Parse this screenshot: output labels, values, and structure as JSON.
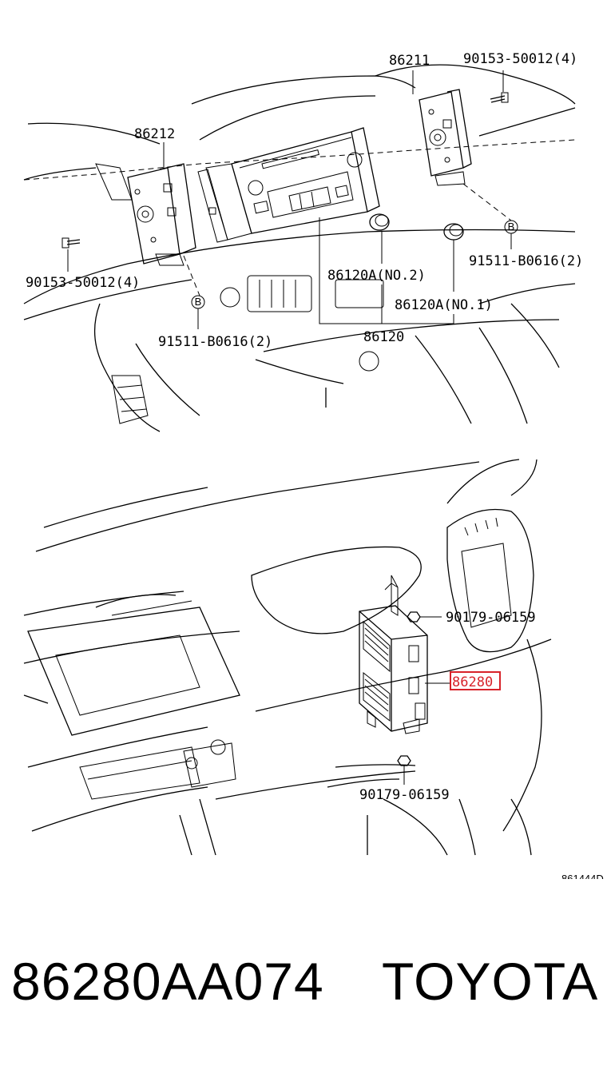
{
  "callouts": {
    "p86211": "86211",
    "p90153_top": "90153-50012(4)",
    "p86212": "86212",
    "p90153_left": "90153-50012(4)",
    "p91511_right": "91511-B0616(2)",
    "p91511_left": "91511-B0616(2)",
    "p86120a_no2": "86120A(NO.2)",
    "p86120a_no1": "86120A(NO.1)",
    "p86120": "86120",
    "p90179_top": "90179-06159",
    "p86280": "86280",
    "p90179_bottom": "90179-06159",
    "bolt_b_left": "B",
    "bolt_b_right": "B"
  },
  "diagram_code": "861444D",
  "highlight_color": "#d8232a",
  "footer": {
    "part_number": "86280AA074",
    "brand": "TOYOTA"
  }
}
